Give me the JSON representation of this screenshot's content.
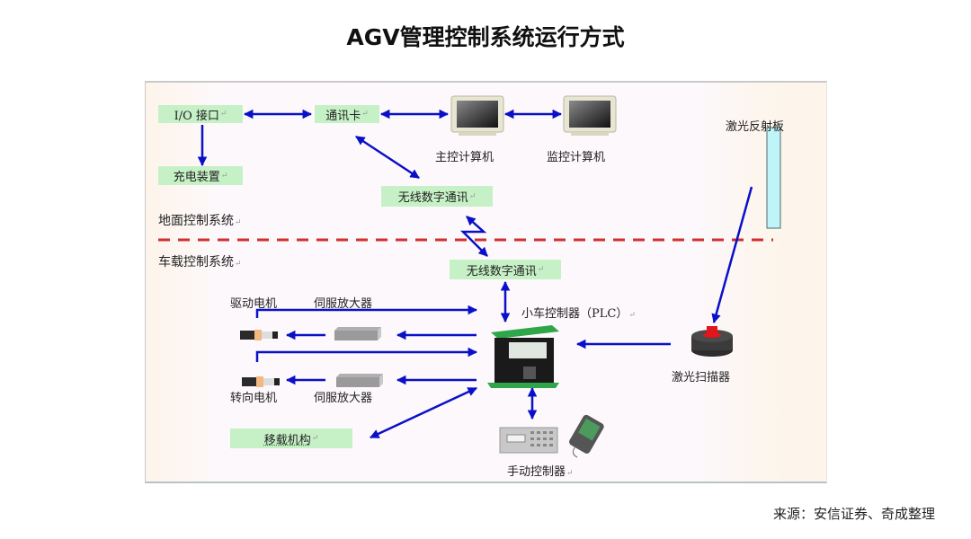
{
  "title": "AGV管理控制系统运行方式",
  "source": "来源：安信证券、奇成整理",
  "diagram": {
    "ground_section_label": "地面控制系统",
    "vehicle_section_label": "车载控制系统",
    "nodes": {
      "io_interface": "I/O 接口",
      "comm_card": "通讯卡",
      "charger": "充电装置",
      "wireless_ground": "无线数字通讯",
      "main_computer": "主控计算机",
      "monitor_computer": "监控计算机",
      "laser_reflector": "激光反射板",
      "wireless_vehicle": "无线数字通讯",
      "plc": "小车控制器（PLC）",
      "drive_motor": "驱动电机",
      "drive_servo": "伺服放大器",
      "steer_motor": "转向电机",
      "steer_servo": "伺服放大器",
      "transfer_mechanism": "移载机构",
      "laser_scanner": "激光扫描器",
      "manual_controller": "手动控制器"
    },
    "colors": {
      "arrow": "#0a10c8",
      "divider": "#d03030",
      "box_fill": "#c6f1c6",
      "reflector": "#bff4f8"
    }
  }
}
